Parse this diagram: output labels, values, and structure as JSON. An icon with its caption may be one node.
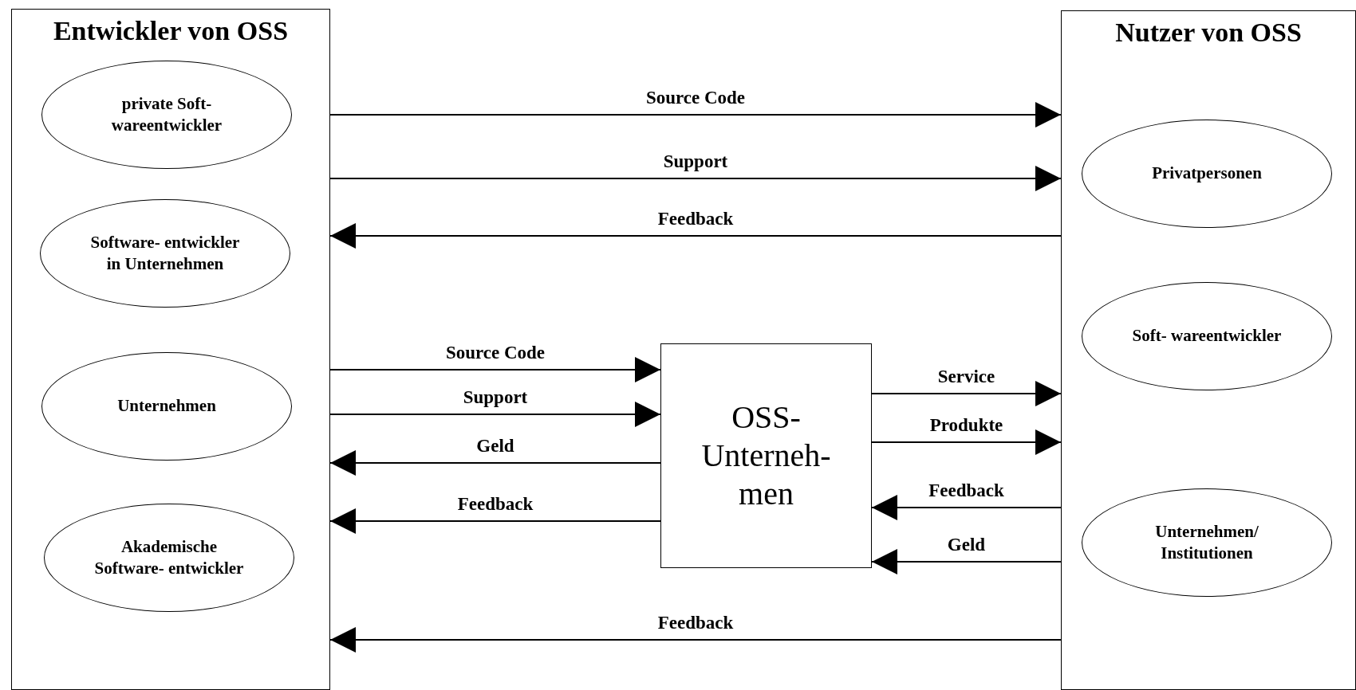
{
  "diagram": {
    "nodes": [
      {
        "text": [
          "Entwickler von OSS"
        ]
      },
      {
        "text": [
          "private Soft- wareentwickler"
        ],
        "in": 0
      },
      {
        "text": [
          "Software- entwickler in Unternehmen"
        ],
        "in": 0
      },
      {
        "text": [
          "Unternehmen"
        ],
        "in": 0
      },
      {
        "text": [
          "Akademische Software- entwickler"
        ],
        "in": 0
      },
      {
        "text": [
          "Nutzer von OSS"
        ]
      },
      {
        "text": [
          "Privatpersonen"
        ],
        "in": 5
      },
      {
        "text": [
          "Soft- wareentwickler"
        ],
        "in": 5
      },
      {
        "text": [
          "Unternehmen/ Institutionen"
        ],
        "in": 5
      },
      {
        "text": [
          "OSS- Unterneh- men"
        ]
      }
    ],
    "edges": [
      {
        "from": 0,
        "to": 5,
        "arrow": "to",
        "label": "Source Code"
      },
      {
        "from": 0,
        "to": 5,
        "arrow": "to",
        "label": "Support"
      },
      {
        "from": 5,
        "to": 0,
        "arrow": "to",
        "label": "Feedback"
      },
      {
        "from": 0,
        "to": 9,
        "arrow": "to",
        "label": "Source Code"
      },
      {
        "from": 0,
        "to": 9,
        "arrow": "to",
        "label": "Support"
      },
      {
        "from": 9,
        "to": 0,
        "arrow": "to",
        "label": "Geld"
      },
      {
        "from": 9,
        "to": 0,
        "arrow": "to",
        "label": "Feedback"
      },
      {
        "from": 9,
        "to": 5,
        "arrow": "to",
        "label": "Service"
      },
      {
        "from": 9,
        "to": 5,
        "arrow": "to",
        "label": "Produkte"
      },
      {
        "from": 5,
        "to": 9,
        "arrow": "to",
        "label": "Feedback"
      },
      {
        "from": 5,
        "to": 9,
        "arrow": "to",
        "label": "Geld"
      },
      {
        "from": 5,
        "to": 0,
        "arrow": "to",
        "label": "Feedback"
      }
    ]
  }
}
